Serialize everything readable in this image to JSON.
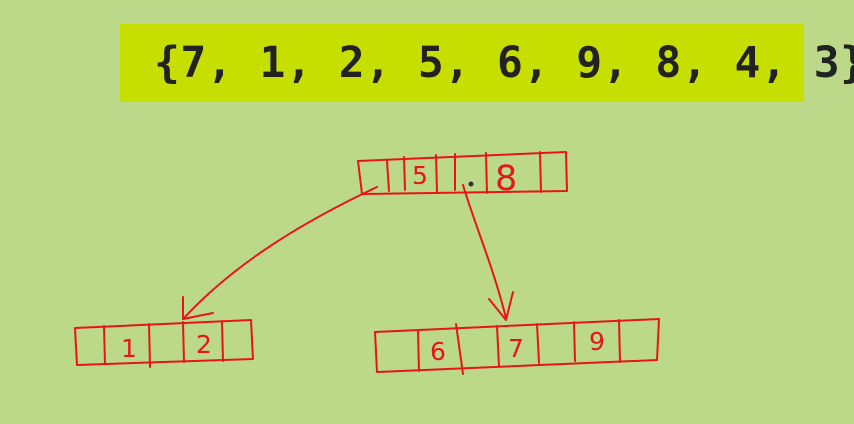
{
  "sequence": {
    "text": "{7, 1, 2, 5, 6, 9, 8, 4, 3}"
  },
  "colors": {
    "background": "#bcd98a",
    "banner": "#c6df00",
    "ink": "#e8141a",
    "text": "#222222"
  },
  "tree": {
    "root": {
      "keys": [
        "5",
        "8"
      ]
    },
    "left_child": {
      "keys": [
        "1",
        "2"
      ]
    },
    "right_child": {
      "keys": [
        "6",
        "7",
        "9"
      ]
    }
  }
}
